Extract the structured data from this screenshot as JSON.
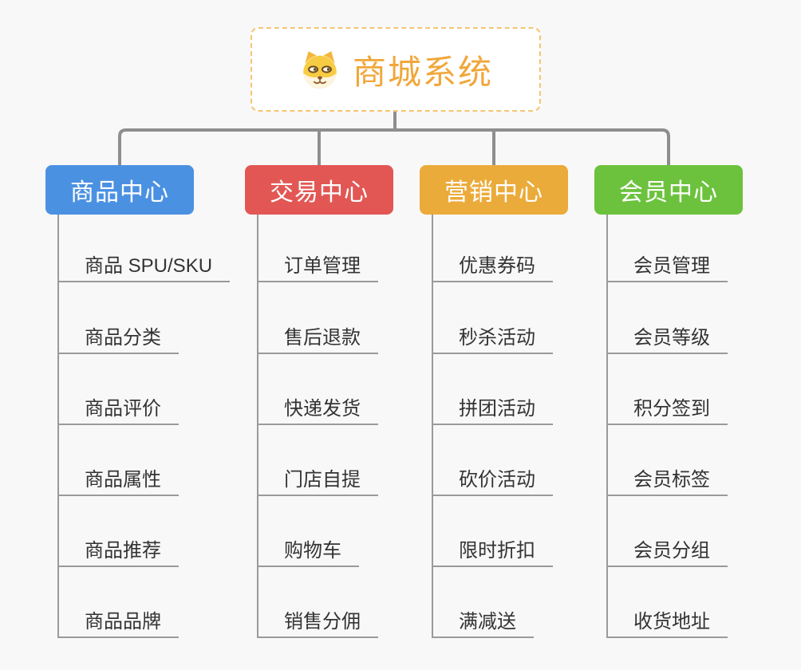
{
  "page": {
    "background_color": "#f8f8f8",
    "connector_color": "#8E8E8E",
    "underline_color": "#9A9A9A",
    "child_text_color": "#333333"
  },
  "root": {
    "title": "商城系统",
    "icon": "dog-face-icon",
    "text_color": "#F0A73A",
    "border_color": "#F5C474",
    "background_color": "#ffffff"
  },
  "branches": [
    {
      "title": "商品中心",
      "color": "#4B91E2",
      "children": [
        "商品 SPU/SKU",
        "商品分类",
        "商品评价",
        "商品属性",
        "商品推荐",
        "商品品牌"
      ]
    },
    {
      "title": "交易中心",
      "color": "#E25754",
      "children": [
        "订单管理",
        "售后退款",
        "快递发货",
        "门店自提",
        "购物车",
        "销售分佣"
      ]
    },
    {
      "title": "营销中心",
      "color": "#EBAB3A",
      "children": [
        "优惠券码",
        "秒杀活动",
        "拼团活动",
        "砍价活动",
        "限时折扣",
        "满减送"
      ]
    },
    {
      "title": "会员中心",
      "color": "#6CC23D",
      "children": [
        "会员管理",
        "会员等级",
        "积分签到",
        "会员标签",
        "会员分组",
        "收货地址"
      ]
    }
  ]
}
